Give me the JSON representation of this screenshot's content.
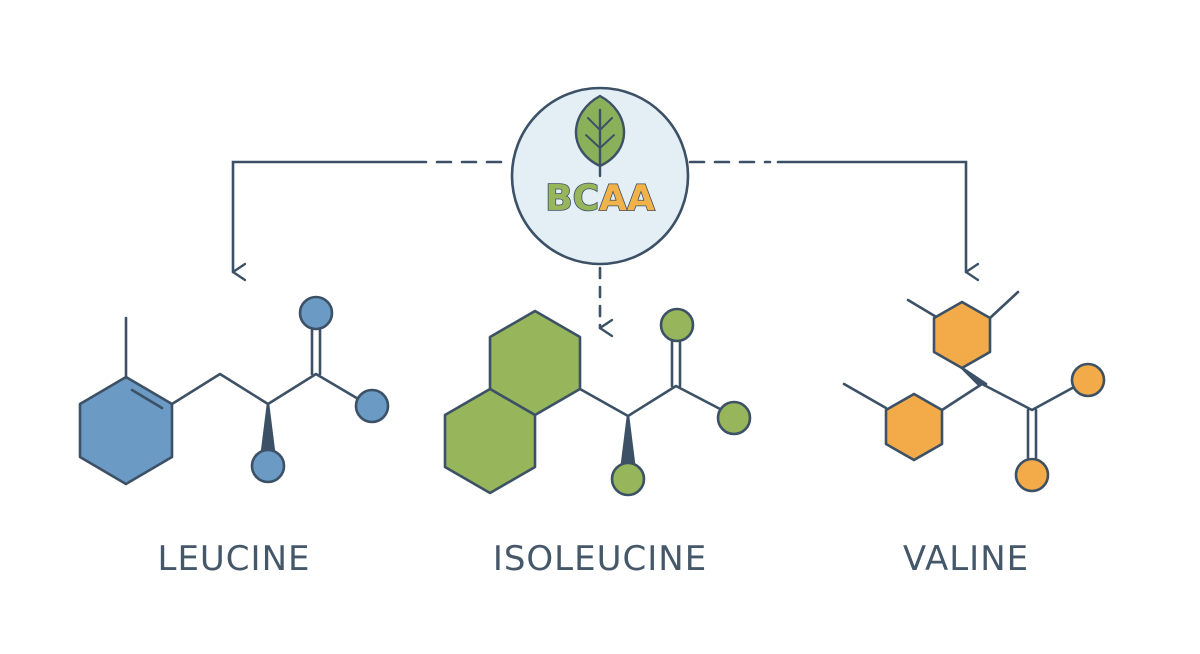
{
  "hub": {
    "letters": [
      "B",
      "C",
      "A",
      "A"
    ],
    "letter_colors": [
      "#97b55a",
      "#97b55a",
      "#f2b24a",
      "#f2b24a"
    ],
    "icon": "leaf-icon",
    "fill": "#e3eef5",
    "leaf_color": "#8bb05a"
  },
  "molecules": [
    {
      "name": "LEUCINE",
      "color": "#6b9ac4"
    },
    {
      "name": "ISOLEUCINE",
      "color": "#97b55a"
    },
    {
      "name": "VALINE",
      "color": "#f2ab48"
    }
  ],
  "colors": {
    "line": "#3d5166"
  }
}
